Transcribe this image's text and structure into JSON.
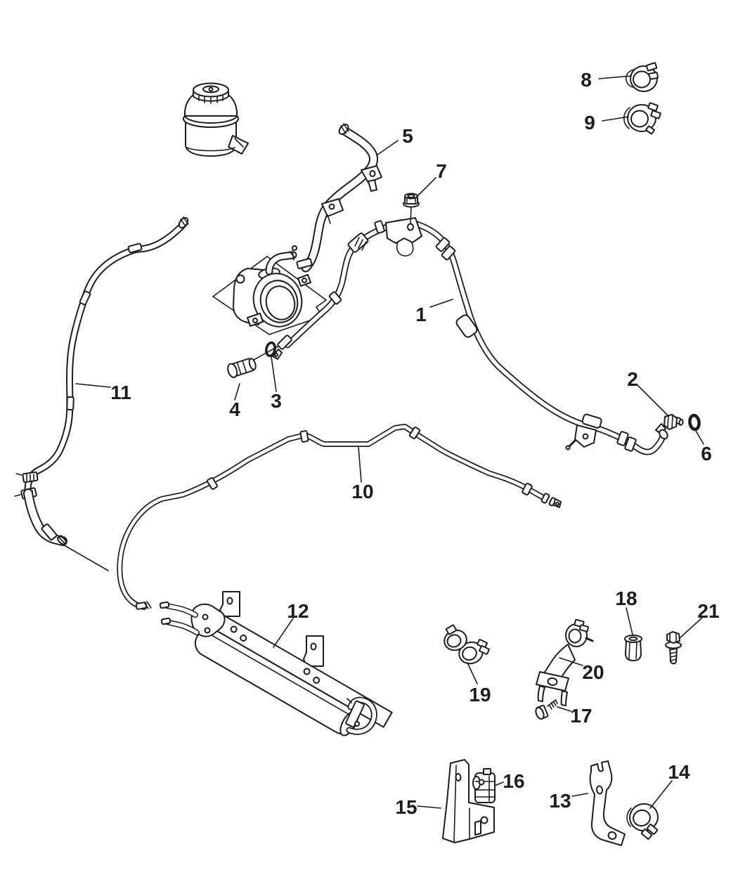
{
  "figure": {
    "kind": "exploded parts diagram",
    "subject": "power steering pump, reservoir, hoses and fluid cooler",
    "background_color": "#ffffff",
    "line_color": "#1d1d1b"
  },
  "reference_parts": [
    "fluid-reservoir",
    "power-steering-pump",
    "heat-shield-outline"
  ],
  "callouts": [
    {
      "label": "1",
      "part": "pressure-hose"
    },
    {
      "label": "2",
      "part": "fitting-bolt"
    },
    {
      "label": "3",
      "part": "o-ring"
    },
    {
      "label": "4",
      "part": "connector-bolt"
    },
    {
      "label": "5",
      "part": "supply-hose"
    },
    {
      "label": "6",
      "part": "o-ring"
    },
    {
      "label": "7",
      "part": "flange-nut"
    },
    {
      "label": "8",
      "part": "hose-clamp"
    },
    {
      "label": "9",
      "part": "hose-clamp"
    },
    {
      "label": "10",
      "part": "cooler-pipe"
    },
    {
      "label": "11",
      "part": "return-hose"
    },
    {
      "label": "12",
      "part": "fluid-cooler"
    },
    {
      "label": "13",
      "part": "bracket"
    },
    {
      "label": "14",
      "part": "hose-clamp"
    },
    {
      "label": "15",
      "part": "bracket"
    },
    {
      "label": "16",
      "part": "routing-clip"
    },
    {
      "label": "17",
      "part": "screw"
    },
    {
      "label": "18",
      "part": "rivet-nut"
    },
    {
      "label": "19",
      "part": "tube-clamp"
    },
    {
      "label": "20",
      "part": "clamp-bracket"
    },
    {
      "label": "21",
      "part": "flange-bolt"
    }
  ]
}
